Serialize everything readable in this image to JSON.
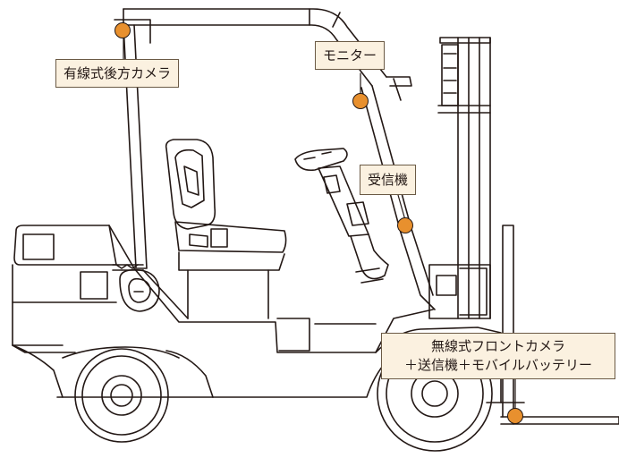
{
  "callouts": {
    "rear_camera": "有線式後方カメラ",
    "monitor": "モニター",
    "receiver": "受信機",
    "front_camera_line1": "無線式フロントカメラ",
    "front_camera_line2": "＋送信機＋モバイルバッテリー"
  },
  "colors": {
    "marker_fill": "#e8902e",
    "callout_fill": "#fbf1e0",
    "callout_border": "#6b5a45",
    "line_art": "#231815"
  }
}
